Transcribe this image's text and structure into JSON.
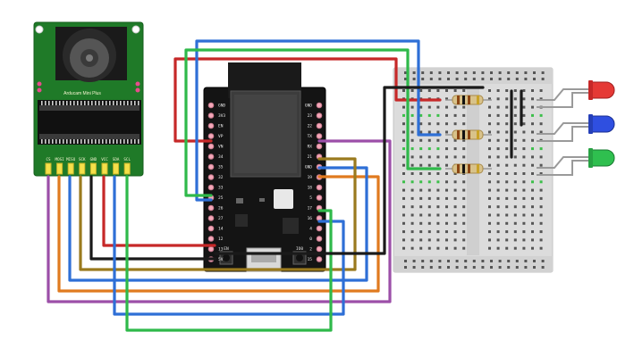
{
  "camera": {
    "name": "Arducam Mini Plus",
    "pins": [
      "CS",
      "MOSI",
      "MISO",
      "SCK",
      "GND",
      "VCC",
      "SDA",
      "SCL"
    ]
  },
  "esp32": {
    "left_pins": [
      "GND",
      "3V3",
      "EN",
      "VP",
      "VN",
      "34",
      "35",
      "32",
      "33",
      "25",
      "26",
      "27",
      "14",
      "12",
      "13",
      "5V"
    ],
    "right_pins": [
      "GND",
      "23",
      "22",
      "TX",
      "RX",
      "21",
      "GND",
      "19",
      "18",
      "5",
      "17",
      "16",
      "4",
      "0",
      "2",
      "15"
    ],
    "button_left": "EN",
    "button_right": "IO0"
  },
  "leds": [
    {
      "color": "red",
      "hex": "#e53935"
    },
    {
      "color": "blue",
      "hex": "#2f4fe0"
    },
    {
      "color": "green",
      "hex": "#2fbf4f"
    }
  ],
  "wire_colors": {
    "red": "#c62828",
    "blue": "#2e6fd6",
    "green": "#2fb94a",
    "black": "#1a1a1a",
    "purple": "#9c4fa8",
    "brown": "#9a7a1e",
    "orange": "#e07a1f",
    "yellow": "#f4e04a"
  }
}
